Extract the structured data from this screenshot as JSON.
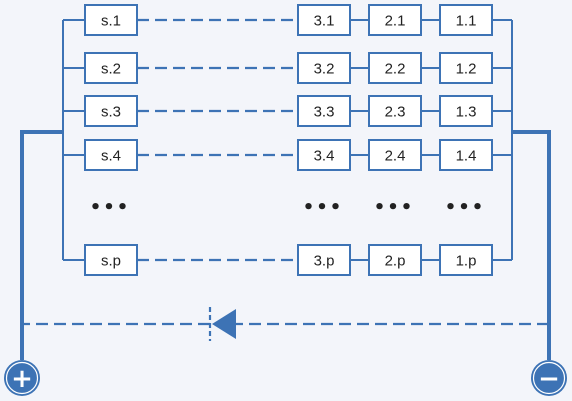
{
  "rows": [
    {
      "labels": [
        "s.1",
        "3.1",
        "2.1",
        "1.1"
      ]
    },
    {
      "labels": [
        "s.2",
        "3.2",
        "2.2",
        "1.2"
      ]
    },
    {
      "labels": [
        "s.3",
        "3.3",
        "2.3",
        "1.3"
      ]
    },
    {
      "labels": [
        "s.4",
        "3.4",
        "2.4",
        "1.4"
      ]
    },
    {
      "labels": [
        "s.p",
        "3.p",
        "2.p",
        "1.p"
      ]
    }
  ],
  "ellipsis": "•••",
  "terminals": {
    "positive": "+",
    "negative": "−"
  },
  "colors": {
    "wire": "#3d73b5",
    "terminal_fill": "#3d73b5",
    "background": "#f3f5fa"
  },
  "icons": {
    "positive_terminal": "plus-terminal-icon",
    "negative_terminal": "minus-terminal-icon",
    "diode": "diode-icon"
  }
}
